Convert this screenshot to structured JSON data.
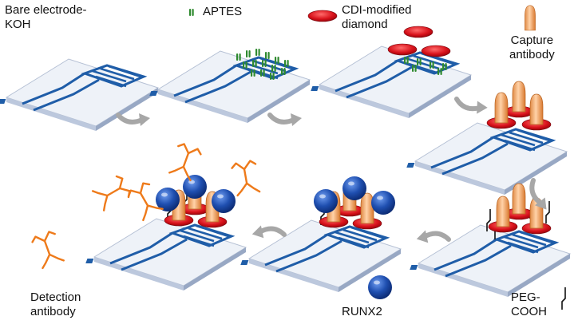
{
  "labels": {
    "bare_electrode": "Bare electrode-\nKOH",
    "aptes": "APTES",
    "cdi_diamond": "CDI-modified\ndiamond",
    "capture_antibody": "Capture\nantibody",
    "detection_antibody": "Detection\nantibody",
    "runx2": "RUNX2",
    "peg_cooh": "PEG-\nCOOH"
  },
  "colors": {
    "platform_top": "#eef2f8",
    "platform_side": "#b9c6dc",
    "electrode": "#1f5da8",
    "aptes": "#2f8a2f",
    "diamond_red": "#d8121b",
    "antibody_orange": "#f0a060",
    "runx2_blue": "#1f4fb0",
    "detection_orange": "#ee7a1a",
    "peg_black": "#111111",
    "arrow_gray": "#a7a7a7"
  },
  "icons": {
    "aptes_symbol": "aptes-icon",
    "diamond_symbol": "diamond-icon",
    "capture_symbol": "capture-antibody-icon",
    "runx2_symbol": "runx2-icon",
    "detection_symbol": "detection-antibody-icon",
    "peg_symbol": "peg-linker-icon",
    "step_arrow": "curved-arrow-icon"
  }
}
